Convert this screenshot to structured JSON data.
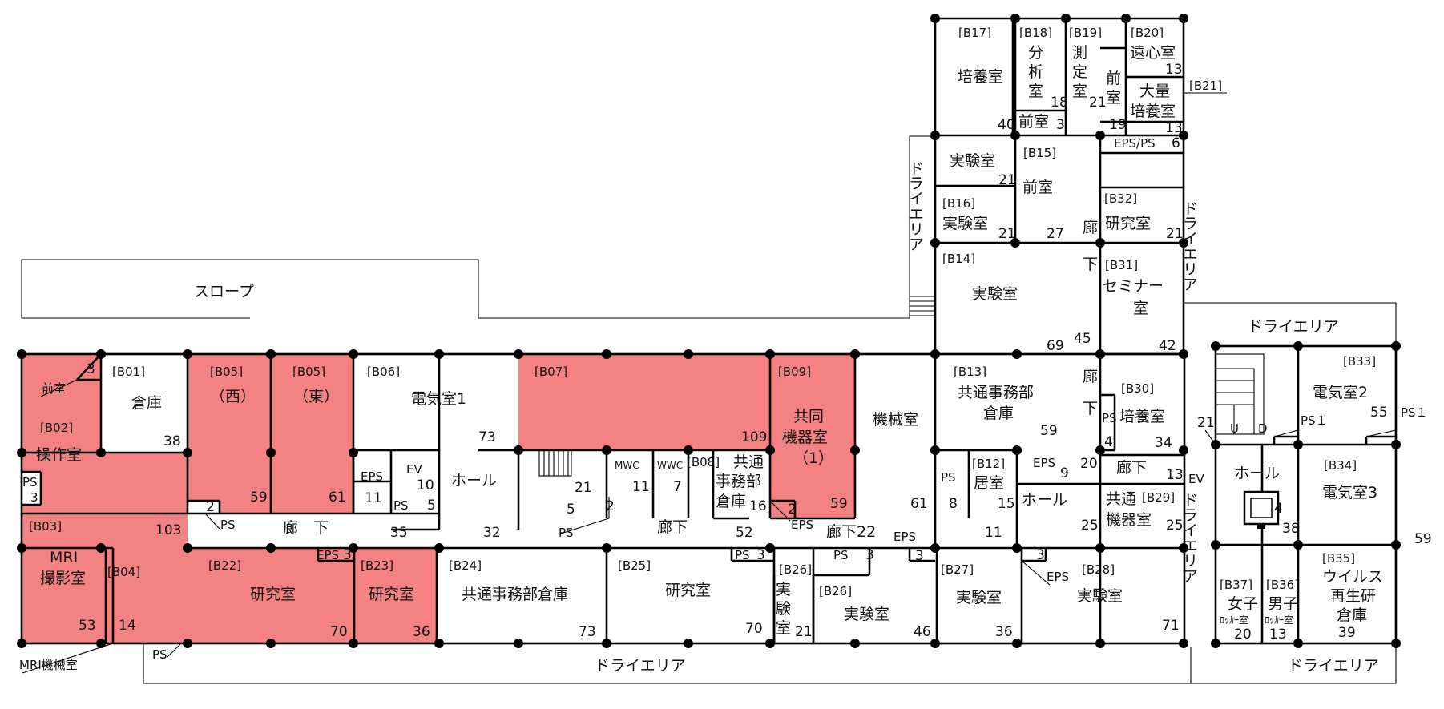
{
  "colors": {
    "highlight": "#f48282",
    "wall": "#000000",
    "background": "#ffffff"
  },
  "labels": {
    "slope": "スロープ",
    "dry_area_bottom": "ドライエリア",
    "dry_area_right_top": "ドライエリア",
    "dry_area_right_bottom": "ドライエリア",
    "dry_area_v_left": "ドライエリア",
    "dry_area_v_mid": "ドライエリア",
    "dry_area_v_ev": "ドライエリア",
    "ev_side": "EV",
    "mri_machine": "MRI機械室",
    "ps_bottom": "PS",
    "b21_tag": "[B21]",
    "num_21_side": "21",
    "ps1_a": "PS１",
    "ps1_b": "PS１",
    "num_55": "55"
  },
  "rooms": {
    "zenshitsu_top": {
      "name": "前室",
      "num": "3"
    },
    "b01": {
      "id": "[B01]",
      "name": "倉庫",
      "num": "38"
    },
    "b02": {
      "id": "[B02]",
      "name": "操作室",
      "num": "103"
    },
    "b02_ps": {
      "name": "PS",
      "num": "3"
    },
    "b03": {
      "id": "[B03]",
      "name1": "MRI",
      "name2": "撮影室",
      "num": "53"
    },
    "b04": {
      "id": "[B04]",
      "num": "14"
    },
    "b05w": {
      "id": "[B05]",
      "name": "（西）",
      "num": "59"
    },
    "b05e": {
      "id": "[B05]",
      "name": "（東）",
      "num": "61"
    },
    "b06": {
      "id": "[B06]",
      "name": "電気室1",
      "num": "73"
    },
    "eps_11": {
      "name": "EPS",
      "num": "11"
    },
    "ev_10": {
      "name": "EV",
      "num": "10"
    },
    "ps_5": {
      "name": "PS",
      "num": "5"
    },
    "ps_2_left": {
      "num": "2",
      "tag": "PS"
    },
    "corridor_west": {
      "name": "廊　下",
      "num": "35"
    },
    "hall_west": {
      "name": "ホール",
      "num": "32"
    },
    "stair_west": {
      "num": "21"
    },
    "ps_5_mid": {
      "num": "5",
      "num2": "2",
      "tag": "PS"
    },
    "b07": {
      "id": "[B07]",
      "num": "109"
    },
    "mwc": {
      "name": "MWC",
      "num": "11"
    },
    "wwc": {
      "name": "WWC",
      "num": "7"
    },
    "b08": {
      "id": "[B08]",
      "name1": "共通",
      "name2": "事務部",
      "name3": "倉庫",
      "num": "16"
    },
    "b09": {
      "id": "[B09]",
      "name1": "共同",
      "name2": "機器室",
      "name3": "（1）",
      "num": "59",
      "eps_num": "2",
      "eps_tag": "EPS"
    },
    "corridor_mid": {
      "name": "廊下",
      "num": "52"
    },
    "kikai": {
      "name": "機械室",
      "num": "61"
    },
    "corridor_east": {
      "name": "廊下22",
      "num": "11"
    },
    "eps_3_bottom": {
      "name": "EPS",
      "num": "3"
    },
    "b13": {
      "id": "[B13]",
      "name1": "共通事務部",
      "name2": "倉庫",
      "num": "59"
    },
    "ps_8": {
      "name": "PS",
      "num": "8"
    },
    "b12": {
      "id": "[B12]",
      "name": "居室",
      "num": "15"
    },
    "eps_9": {
      "name": "EPS",
      "num": "9"
    },
    "hall_east": {
      "name": "ホール",
      "num": "25"
    },
    "b29": {
      "id": "[B29]",
      "name1": "共通",
      "name2": "機器室",
      "num": "25"
    },
    "b30": {
      "id": "[B30]",
      "name": "培養室",
      "num": "34"
    },
    "ps_4": {
      "name": "PS",
      "num": "4"
    },
    "corridor_ne": {
      "name": "廊下",
      "num": "13"
    },
    "corridor_v": {
      "name": "廊",
      "name2": "下",
      "num": "20"
    },
    "corridor_v2": {
      "name": "廊",
      "name2": "下",
      "num": "45"
    },
    "b14": {
      "id": "[B14]",
      "name": "実験室",
      "num": "69"
    },
    "b31": {
      "id": "[B31]",
      "name1": "セミナー",
      "name2": "室",
      "num": "42"
    },
    "b32": {
      "id": "[B32]",
      "name": "研究室",
      "num": "21"
    },
    "b15": {
      "id": "[B15]",
      "name": "前室",
      "num": "27"
    },
    "jikken_21": {
      "name": "実験室",
      "num": "21"
    },
    "b16": {
      "id": "[B16]",
      "name": "実験室",
      "num": "21"
    },
    "b17": {
      "id": "[B17]",
      "name": "培養室",
      "num": "40"
    },
    "b18": {
      "id": "[B18]",
      "name1": "分",
      "name2": "析",
      "name3": "室",
      "num": "18"
    },
    "zenshitsu_b18": {
      "name": "前室",
      "num": "3"
    },
    "b19": {
      "id": "[B19]",
      "name1": "測",
      "name2": "定",
      "name3": "室",
      "num": "21"
    },
    "zenshitsu_b19": {
      "name1": "前",
      "name2": "室",
      "num": "19"
    },
    "b20": {
      "id": "[B20]",
      "name": "遠心室",
      "num": "13"
    },
    "b21": {
      "name1": "大量",
      "name2": "培養室",
      "num": "13"
    },
    "eps_ps_6": {
      "name": "EPS/PS",
      "num": "6"
    },
    "b22": {
      "id": "[B22]",
      "name": "研究室",
      "num": "70"
    },
    "eps_3_b22": {
      "name": "EPS",
      "num": "3"
    },
    "b23": {
      "id": "[B23]",
      "name": "研究室",
      "num": "36"
    },
    "b24": {
      "id": "[B24]",
      "name": "共通事務部倉庫",
      "num": "73"
    },
    "b25": {
      "id": "[B25]",
      "name": "研究室",
      "num": "70"
    },
    "ps_3_b25": {
      "name": "PS",
      "num": "3"
    },
    "b26a": {
      "id": "[B26]",
      "name1": "実",
      "name2": "験",
      "name3": "室",
      "num": "21"
    },
    "b26b": {
      "id": "[B26]",
      "name": "実験室",
      "num": "46"
    },
    "ps_3_b26": {
      "name": "PS",
      "num": "3"
    },
    "b27": {
      "id": "[B27]",
      "name": "実験室",
      "num": "36"
    },
    "b28": {
      "id": "[B28]",
      "name": "実験室",
      "num": "71",
      "eps_num": "3",
      "eps_tag": "EPS"
    },
    "b33": {
      "id": "[B33]",
      "name": "電気室2"
    },
    "b34": {
      "id": "[B34]",
      "name": "電気室3",
      "num": "59"
    },
    "hall_far": {
      "name": "ホール",
      "num": "38",
      "ev_num": "4"
    },
    "stair_far": {
      "u": "U",
      "d": "D"
    },
    "b35": {
      "id": "[B35]",
      "name1": "ウイルス",
      "name2": "再生研",
      "name3": "倉庫",
      "num": "39"
    },
    "b36": {
      "id": "[B36]",
      "name1": "男子",
      "name2": "ﾛｯｶｰ室",
      "num": "13"
    },
    "b37": {
      "id": "[B37]",
      "name1": "女子",
      "name2": "ﾛｯｶｰ室",
      "num": "20"
    }
  }
}
